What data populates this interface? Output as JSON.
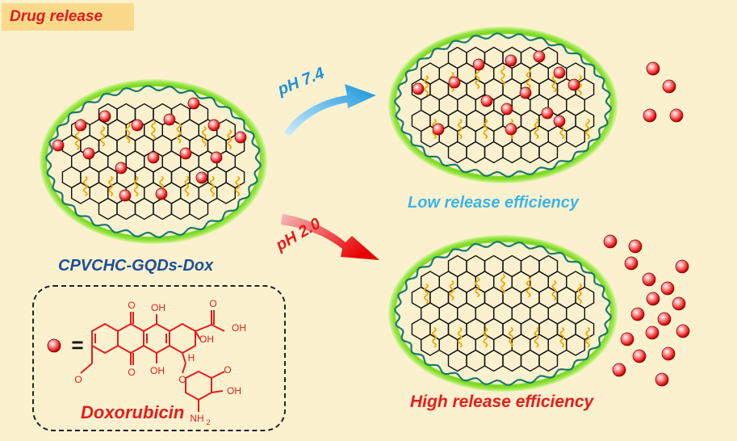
{
  "header": {
    "title": "Drug release"
  },
  "labels": {
    "carrier_name": "CPVCHC-GQDs-Dox",
    "ph_neutral": "pH 7.4",
    "ph_acidic": "pH 2.0",
    "low_release": "Low release efficiency",
    "high_release": "High release efficiency"
  },
  "legend": {
    "equals": "=",
    "drug_name": "Doxorubicin",
    "structure_labels": {
      "o_top": "O",
      "oh_top": "OH",
      "o_side": "O",
      "oh_side": "OH",
      "oh_ring": "OH",
      "o_bottom": "O",
      "oh_bottom": "OH",
      "methoxy_o": "O",
      "h": "H",
      "o_link": "O",
      "o_sugar": "O",
      "oh_sugar": "OH",
      "nh2": "NH",
      "nh2_sub": "2"
    }
  },
  "colors": {
    "accent_red": "#e81c1c",
    "accent_blue": "#3bb4ea",
    "shell_green": "#2db52d",
    "chain_teal": "#187a6e",
    "linker_yellow": "#f0a800"
  }
}
